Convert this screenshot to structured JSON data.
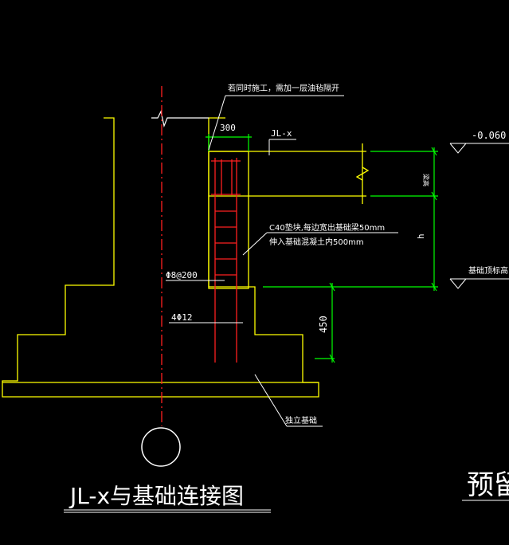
{
  "drawing": {
    "title": "JL-x与基础连接图",
    "side_title": "预留",
    "notes": {
      "note_top": "若同时施工，需加一层油毡隔开",
      "dim_300": "300",
      "beam_label": "JL-x",
      "elev_top": "-0.060",
      "beam_height": "梁高",
      "c40_line1": "C40垫块,每边宽出基础梁50mm",
      "c40_line2": "伸入基础混凝土内500mm",
      "h_label": "h",
      "foundation_top": "基础顶标高",
      "stirrup": "Φ8@200",
      "rebar": "4Φ12",
      "dim_450": "450",
      "isolated_foundation": "独立基础"
    },
    "colors": {
      "background": "#000000",
      "outline": "#ffff00",
      "rebar": "#ff2020",
      "dimension": "#00ff00",
      "text": "#ffffff"
    }
  }
}
